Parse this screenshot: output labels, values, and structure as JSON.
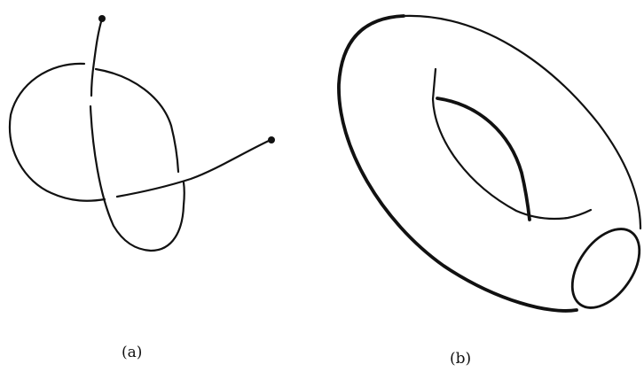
{
  "panels": [
    {
      "id": "a",
      "label": "(a)"
    },
    {
      "id": "b",
      "label": "(b)"
    }
  ],
  "colors": {
    "ink": "#111111",
    "background": "#ffffff"
  }
}
